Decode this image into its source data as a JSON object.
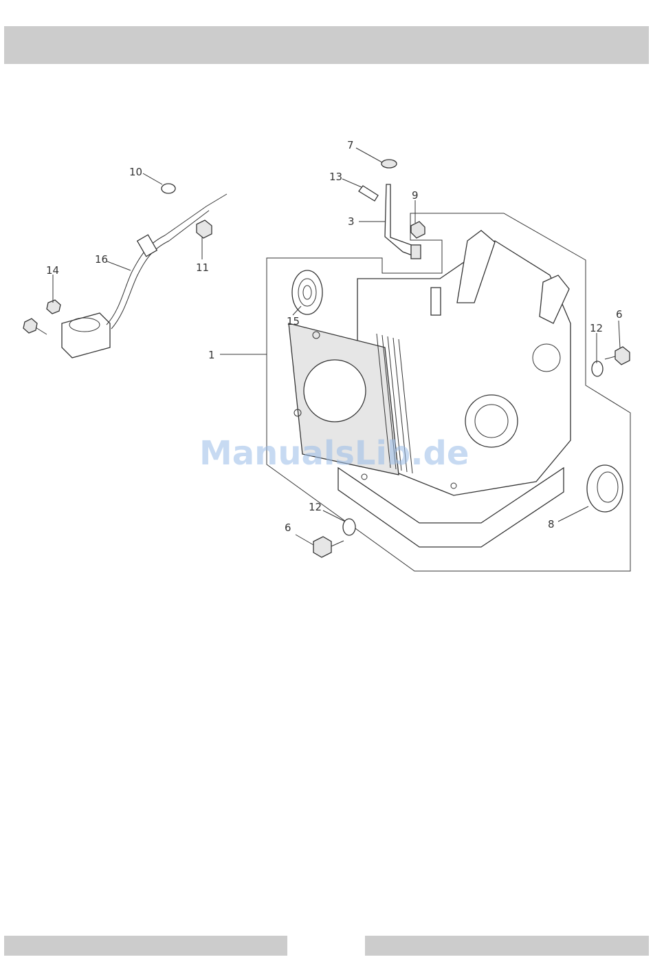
{
  "watermark": "ManualsLib.de",
  "callouts": {
    "c1": "1",
    "c3": "3",
    "c6a": "6",
    "c6b": "6",
    "c7": "7",
    "c8": "8",
    "c9": "9",
    "c10": "10",
    "c11": "11",
    "c12a": "12",
    "c12b": "12",
    "c13": "13",
    "c14": "14",
    "c15": "15",
    "c16": "16"
  }
}
